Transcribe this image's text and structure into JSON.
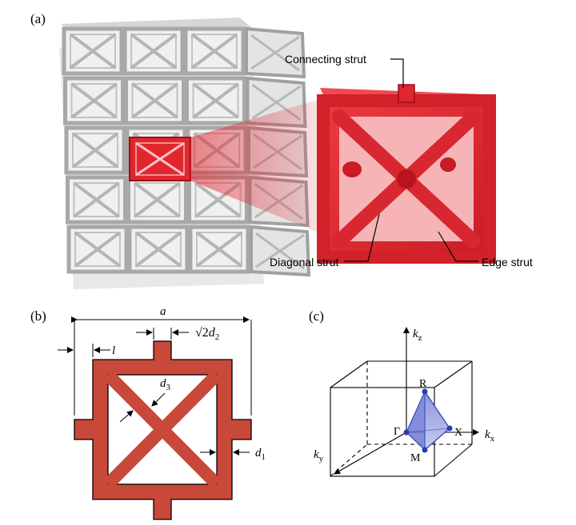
{
  "panels": {
    "a": {
      "label": "(a)",
      "callouts": {
        "connecting": "Connecting strut",
        "diagonal": "Diagonal strut",
        "edge": "Edge strut"
      }
    },
    "b": {
      "label": "(b)",
      "dims": {
        "a": "a",
        "l": "l",
        "sqrt_prefix": "√2",
        "d": "d",
        "d2_sub": "2",
        "d3_sub": "3",
        "d1_sub": "1"
      }
    },
    "c": {
      "label": "(c)",
      "axes": {
        "k": "k",
        "kz_sub": "z",
        "kx_sub": "x",
        "ky_sub": "y"
      },
      "points": {
        "R": "R",
        "X": "X",
        "M": "M",
        "Gamma": "Γ"
      }
    }
  },
  "colors": {
    "lattice_gray": "#c9c9c9",
    "unit_red": "#e0262f",
    "cross_section": "#c8483a",
    "ibz_blue": "#3f50c0"
  }
}
